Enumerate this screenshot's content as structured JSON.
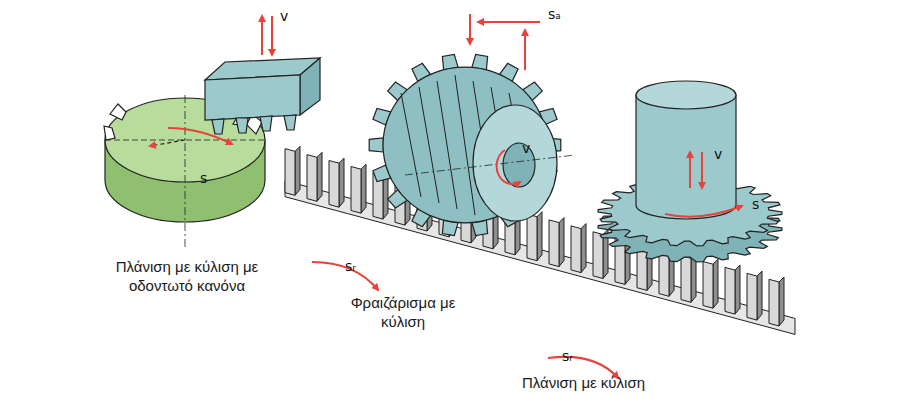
{
  "diagram": {
    "labels": [
      "v",
      "sₐ",
      "s",
      "v",
      "v",
      "s",
      "Πλάνιση με κύλιση με οδοντωτό κανόνα",
      "sᵣ",
      "Φραιζάρισμα με κύλιση",
      "sᵣ",
      "Πλάνιση με κύλιση"
    ]
  }
}
